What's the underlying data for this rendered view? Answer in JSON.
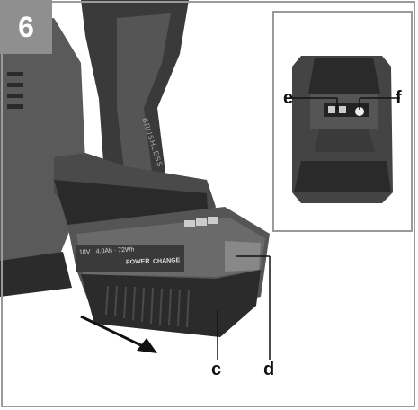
{
  "figure": {
    "step_number": "6"
  },
  "tool": {
    "handle_text": "BRUSHLESS"
  },
  "battery": {
    "label_text": "18V · 4.0Ah · 72Wh",
    "brand_text": "POWER",
    "brand_text_2": "CHANGE"
  },
  "callouts": {
    "c": "c",
    "d": "d",
    "e": "e",
    "f": "f"
  },
  "colors": {
    "frame": "#9a9a9a",
    "badge": "#8f8f8f",
    "body_dark": "#2a2a2a",
    "body_mid": "#4a4a4a",
    "body_light": "#7a7a7a"
  },
  "icons": {
    "direction_arrow": "arrow-down-right-icon"
  }
}
